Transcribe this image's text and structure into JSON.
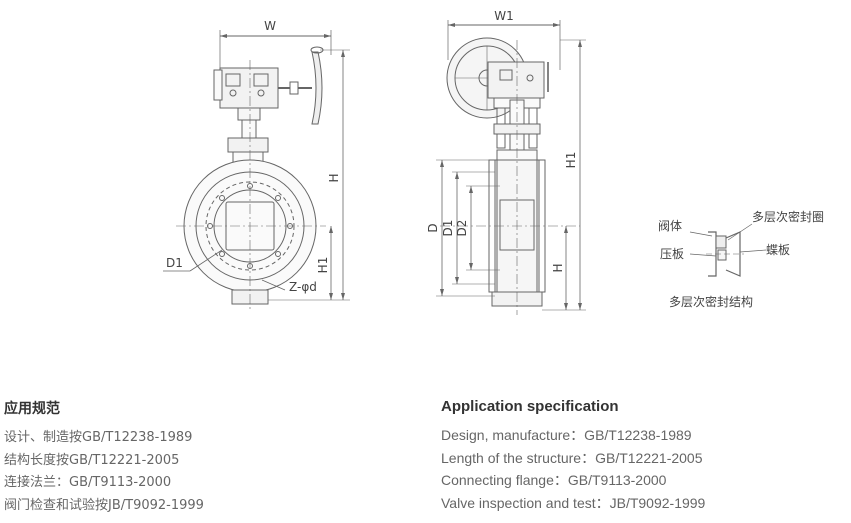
{
  "drawing": {
    "front_view": {
      "dim_width": "W",
      "dim_height": "H",
      "dim_height_lower": "H1",
      "dim_diameter": "D1",
      "dim_bolts": "Z-φd"
    },
    "side_view": {
      "dim_width": "W1",
      "dim_height": "H1",
      "dim_height_lower": "H",
      "dim_d": "D",
      "dim_d1": "D1",
      "dim_d2": "D2"
    },
    "seal_detail": {
      "label_body": "阀体",
      "label_seal_ring": "多层次密封圈",
      "label_press_plate": "压板",
      "label_disc": "蝶板",
      "caption": "多层次密封结构"
    }
  },
  "spec_cn": {
    "title": "应用规范",
    "lines": [
      "设计、制造按GB/T12238-1989",
      "结构长度按GB/T12221-2005",
      "连接法兰：GB/T9113-2000",
      "阀门检查和试验按JB/T9092-1999"
    ]
  },
  "spec_en": {
    "title": "Application specification",
    "lines": [
      "Design, manufacture：GB/T12238-1989",
      "Length of the structure：GB/T12221-2005",
      "Connecting flange：GB/T9113-2000",
      "Valve inspection and test：JB/T9092-1999"
    ]
  }
}
